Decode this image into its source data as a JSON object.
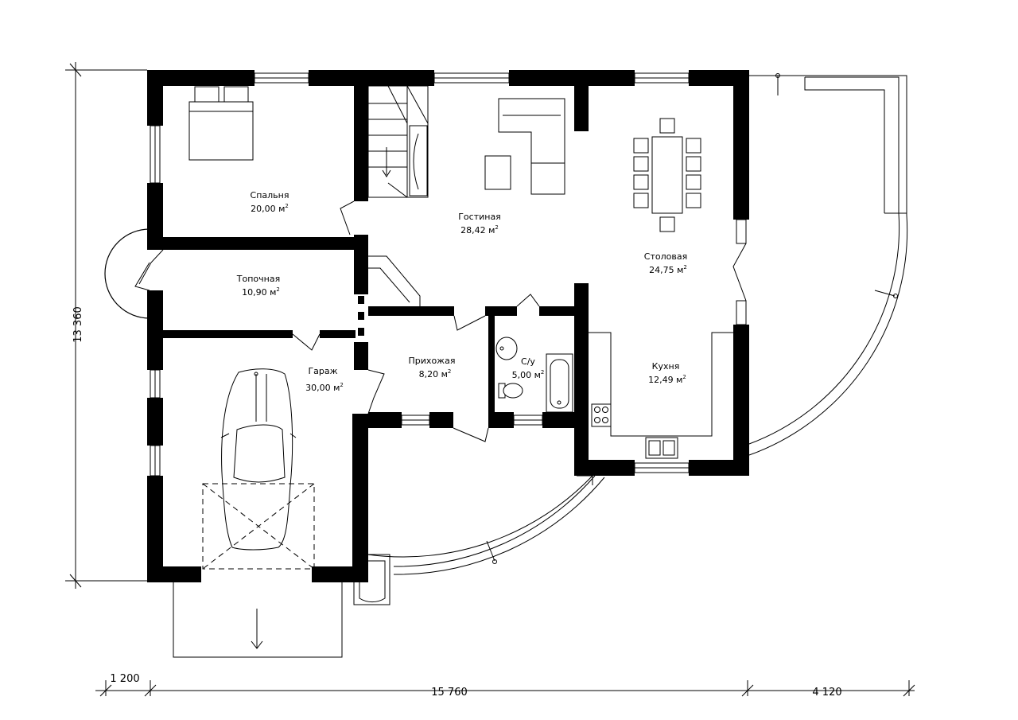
{
  "rooms": {
    "bedroom": {
      "name": "Спальня",
      "area": "20,00 м",
      "sup": "2"
    },
    "living": {
      "name": "Гостиная",
      "area": "28,42 м",
      "sup": "2"
    },
    "dining": {
      "name": "Столовая",
      "area": "24,75 м",
      "sup": "2"
    },
    "boiler": {
      "name": "Топочная",
      "area": "10,90 м",
      "sup": "2"
    },
    "hall": {
      "name": "Прихожая",
      "area": "8,20 м",
      "sup": "2"
    },
    "bathroom": {
      "name": "С/у",
      "area": "5,00 м",
      "sup": "2"
    },
    "kitchen": {
      "name": "Кухня",
      "area": "12,49 м",
      "sup": "2"
    },
    "garage": {
      "name": "Гараж",
      "area": "30,00 м",
      "sup": "2"
    }
  },
  "dimensions": {
    "height": "13 360",
    "left_offset": "1 200",
    "main_width": "15 760",
    "terrace_width": "4 120"
  },
  "colors": {
    "wall": "#000000",
    "line": "#000000",
    "background": "#ffffff"
  }
}
